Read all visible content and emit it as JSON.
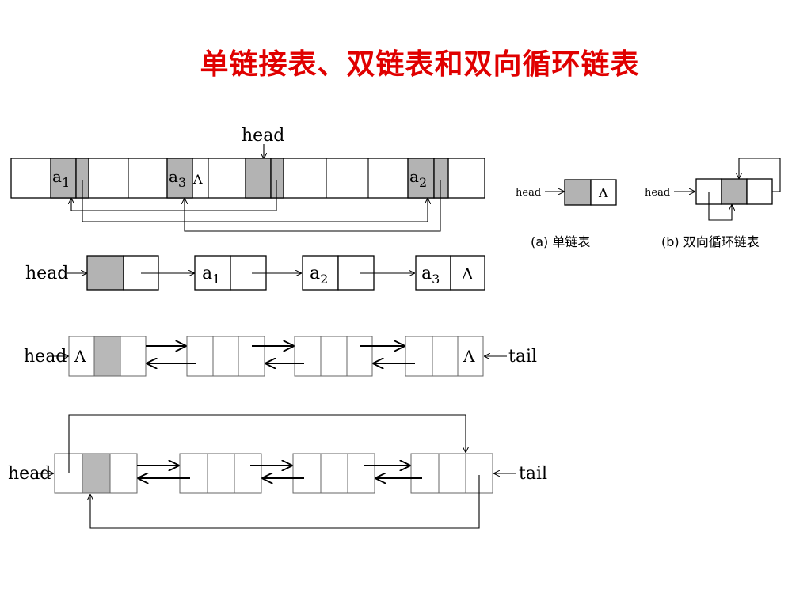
{
  "title": "单链接表、双链表和双向循环链表",
  "labels": {
    "head": "head",
    "tail": "tail",
    "null": "Λ",
    "a": "a",
    "sub1": "1",
    "sub2": "2",
    "sub3": "3"
  },
  "captions": {
    "a": "(a) 单链表",
    "b": "(b) 双向循环链表"
  }
}
